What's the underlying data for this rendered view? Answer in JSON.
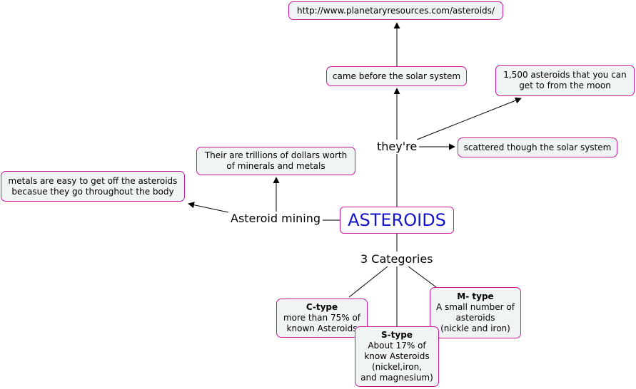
{
  "colors": {
    "border": "#c8189c",
    "main_text": "#1414c8",
    "node_bg": "#f1f4f4"
  },
  "main": "ASTEROIDS",
  "link_labels": {
    "theyre": "they're",
    "mining": "Asteroid mining",
    "categories": "3 Categories"
  },
  "nodes": {
    "url": "http://www.planetaryresources.com/asteroids/",
    "before": "came before the solar system",
    "moon_1": "1,500 asteroids that you can",
    "moon_2": "get to from the moon",
    "scattered": "scattered though the solar system",
    "trillions_1": "Their are trillions of dollars worth",
    "trillions_2": "of minerals and metals",
    "metals_1": "metals are easy to get off the asteroids",
    "metals_2": "becasue they go throughout the body",
    "ctype": {
      "title": "C-type",
      "l1": "more than 75% of",
      "l2": "known Asteroids"
    },
    "stype": {
      "title": "S-type",
      "l1": "About 17% of",
      "l2": "know Asteroids",
      "l3": "(nickel,iron,",
      "l4": "and magnesium)"
    },
    "mtype": {
      "title": "M- type",
      "l1": "A small number of",
      "l2": "asteroids",
      "l3": "(nickle and iron)"
    }
  }
}
